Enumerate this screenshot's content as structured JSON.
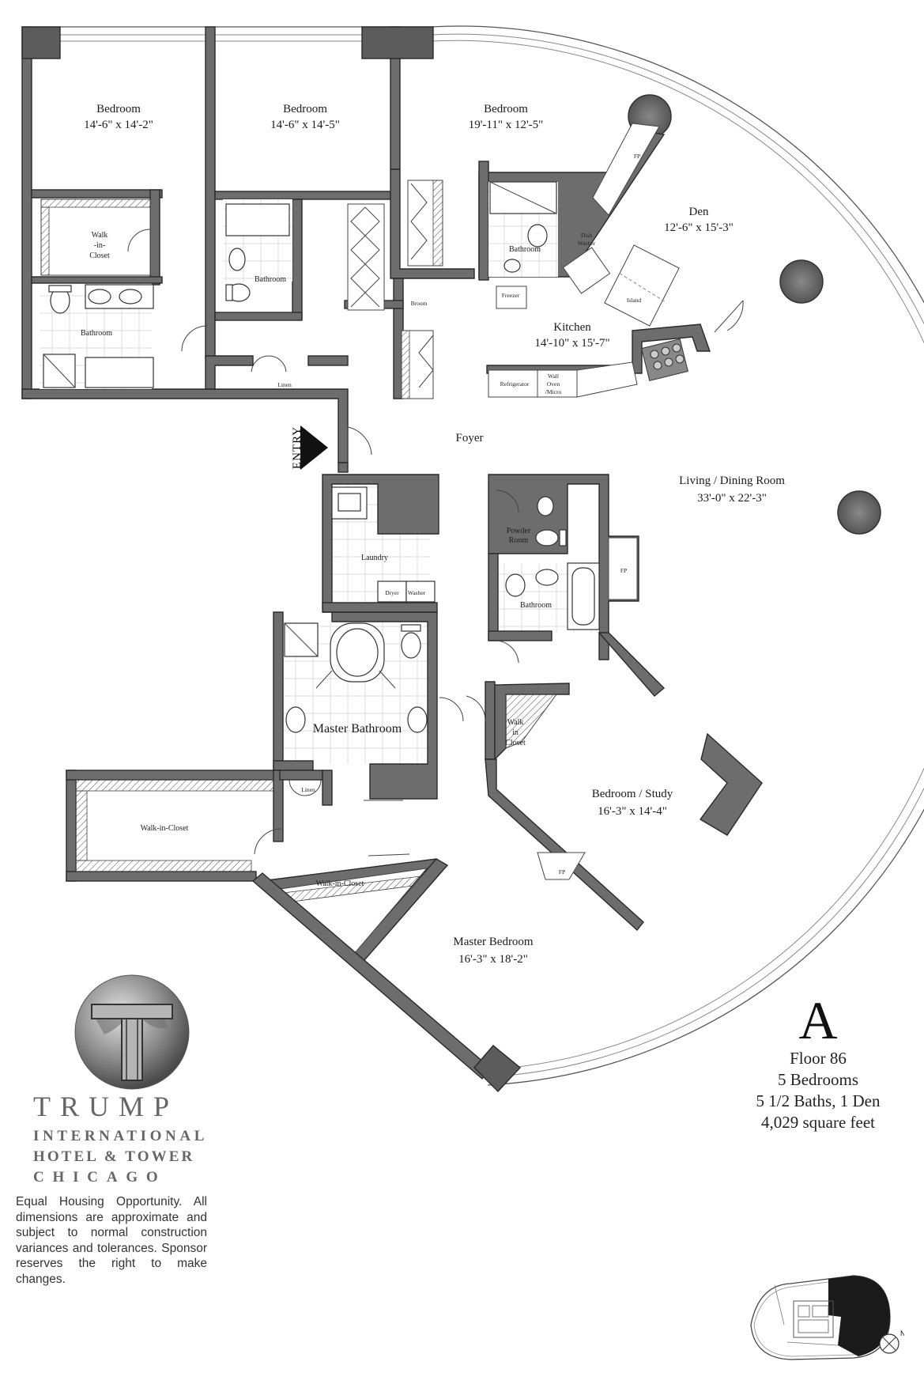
{
  "rooms": {
    "bedroom1": {
      "name": "Bedroom",
      "dim": "14'-6\" x 14'-2\""
    },
    "bedroom2": {
      "name": "Bedroom",
      "dim": "14'-6\" x 14'-5\""
    },
    "bedroom3": {
      "name": "Bedroom",
      "dim": "19'-11\" x 12'-5\""
    },
    "den": {
      "name": "Den",
      "dim": "12'-6\" x 15'-3\""
    },
    "kitchen": {
      "name": "Kitchen",
      "dim": "14'-10\" x 15'-7\""
    },
    "living": {
      "name": "Living / Dining Room",
      "dim": "33'-0\" x 22'-3\""
    },
    "study": {
      "name": "Bedroom / Study",
      "dim": "16'-3\" x 14'-4\""
    },
    "master_bedroom": {
      "name": "Master Bedroom",
      "dim": "16'-3\" x 18'-2\""
    },
    "master_bath": {
      "name": "Master Bathroom"
    },
    "foyer": {
      "name": "Foyer"
    },
    "laundry": {
      "name": "Laundry"
    },
    "powder": {
      "line1": "Powder",
      "line2": "Room"
    },
    "bathroom": "Bathroom",
    "walk_in_closet_1": {
      "line1": "Walk",
      "line2": "-in-",
      "line3": "Closet"
    },
    "walk_in_closet_2": {
      "line1": "Walk",
      "line2": "in",
      "line3": "Closet"
    },
    "walk_in_closet_long": "Walk-in-Closet",
    "linen": "Linen",
    "broom": "Broom",
    "entry": "ENTRY"
  },
  "fixtures": {
    "fp": "FP",
    "dish_washer": {
      "line1": "Dish",
      "line2": "Washer"
    },
    "freezer": "Freezer",
    "refrigerator": "Refrigerator",
    "wall_oven": {
      "line1": "Wall",
      "line2": "Oven",
      "line3": "/Micro"
    },
    "island": "Island",
    "dryer": "Dryer",
    "washer": "Washer"
  },
  "legend": {
    "unit": "A",
    "floor": "Floor 86",
    "bedrooms": "5 Bedrooms",
    "baths": "5 1/2 Baths, 1 Den",
    "area": "4,029 square feet"
  },
  "brand": {
    "line1": "TRUMP",
    "line2": "INTERNATIONAL",
    "line3": "HOTEL & TOWER",
    "line4": "CHICAGO"
  },
  "disclaimer": "Equal Housing Opportunity. All dimensions are approximate and subject to normal construction variances and tolerances. Sponsor reserves the right to make changes.",
  "compass": "N",
  "colors": {
    "wall": "#6d6d6d",
    "brand_gray": "#666666",
    "key_fill": "#1a1a1a"
  }
}
